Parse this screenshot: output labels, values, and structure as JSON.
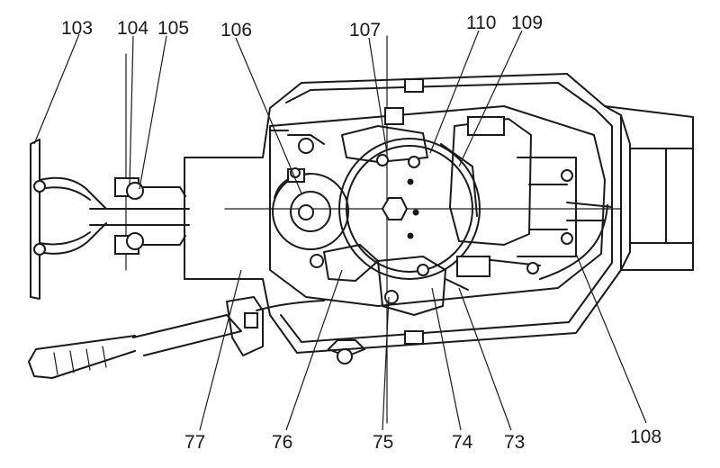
{
  "callouts": [
    {
      "id": "c103",
      "label": "103"
    },
    {
      "id": "c104",
      "label": "104"
    },
    {
      "id": "c105",
      "label": "105"
    },
    {
      "id": "c106",
      "label": "106"
    },
    {
      "id": "c107",
      "label": "107"
    },
    {
      "id": "c110",
      "label": "110"
    },
    {
      "id": "c109",
      "label": "109"
    },
    {
      "id": "c77",
      "label": "77"
    },
    {
      "id": "c76",
      "label": "76"
    },
    {
      "id": "c75",
      "label": "75"
    },
    {
      "id": "c74",
      "label": "74"
    },
    {
      "id": "c73",
      "label": "73"
    },
    {
      "id": "c108",
      "label": "108"
    }
  ]
}
